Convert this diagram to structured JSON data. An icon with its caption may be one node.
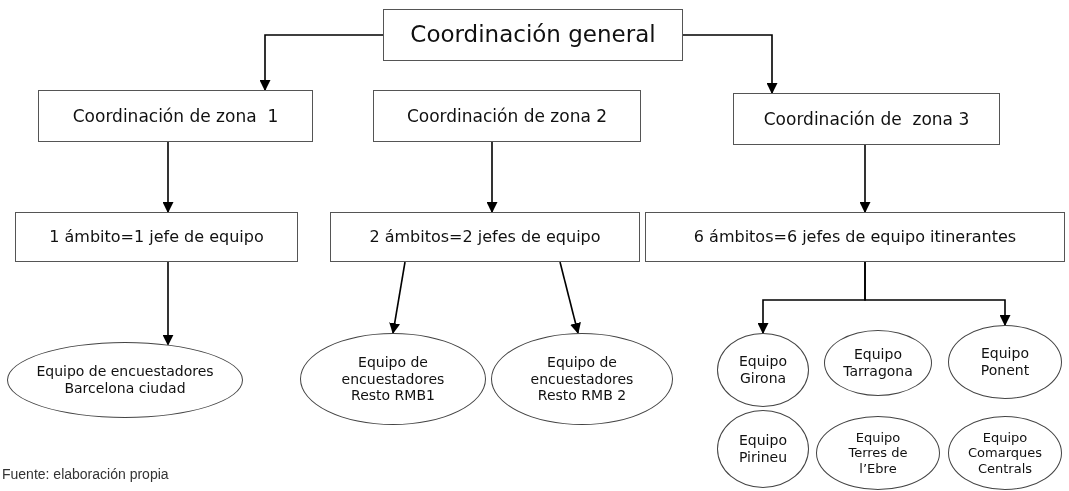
{
  "diagram": {
    "nodes": [
      {
        "text": [
          "Coordinación general"
        ]
      },
      {
        "text": [
          "Coordinación de zona  1"
        ]
      },
      {
        "text": [
          "Coordinación de zona 2"
        ]
      },
      {
        "text": [
          "Coordinación de  zona 3"
        ]
      },
      {
        "text": [
          "1 ámbito=1 jefe de equipo"
        ]
      },
      {
        "text": [
          "2 ámbitos=2 jefes de equipo"
        ]
      },
      {
        "text": [
          "6 ámbitos=6 jefes de equipo itinerantes"
        ]
      },
      {
        "text": [
          "Equipo de encuestadores Barcelona ciudad"
        ]
      },
      {
        "text": [
          "Equipo de encuestadores Resto RMB1"
        ]
      },
      {
        "text": [
          "Equipo de encuestadores Resto RMB 2"
        ]
      },
      {
        "text": [
          "Equipo Girona"
        ]
      },
      {
        "text": [
          "Equipo Tarragona"
        ]
      },
      {
        "text": [
          "Equipo Ponent"
        ]
      },
      {
        "text": [
          "Equipo Pirineu"
        ]
      },
      {
        "text": [
          "Equipo Terres de l’Ebre"
        ]
      },
      {
        "text": [
          "Equipo Comarques Centrals"
        ]
      }
    ],
    "edges": [
      {
        "from": 0,
        "to": 1,
        "arrow": "to"
      },
      {
        "from": 0,
        "to": 3,
        "arrow": "to"
      },
      {
        "from": 1,
        "to": 4,
        "arrow": "to"
      },
      {
        "from": 2,
        "to": 5,
        "arrow": "to"
      },
      {
        "from": 3,
        "to": 6,
        "arrow": "to"
      },
      {
        "from": 4,
        "to": 7,
        "arrow": "to"
      },
      {
        "from": 5,
        "to": 8,
        "arrow": "to"
      },
      {
        "from": 5,
        "to": 9,
        "arrow": "to"
      },
      {
        "from": 6,
        "to": 10,
        "arrow": "to"
      },
      {
        "from": 6,
        "to": 12,
        "arrow": "to"
      }
    ],
    "labels": [
      "Fuente: elaboración propia"
    ]
  }
}
